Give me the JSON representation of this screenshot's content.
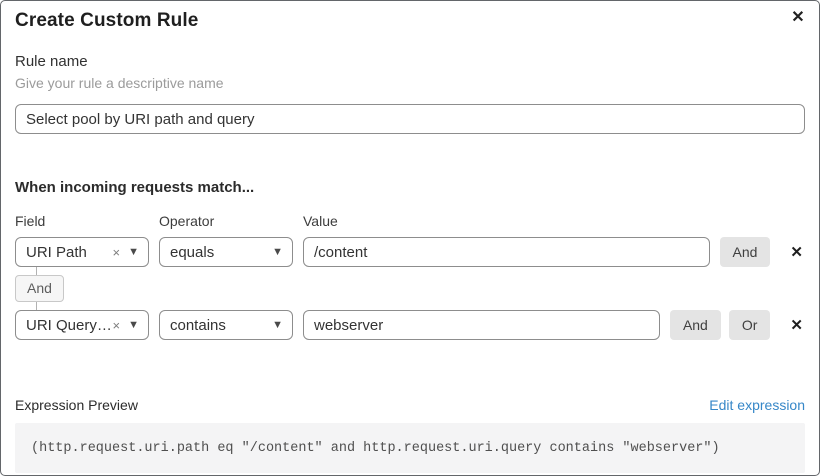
{
  "dialog": {
    "title": "Create Custom Rule"
  },
  "icons": {
    "close": "✕",
    "remove": "✕",
    "clear": "×",
    "chevron_down": "▼"
  },
  "rule_name": {
    "label": "Rule name",
    "help": "Give your rule a descriptive name",
    "value": "Select pool by URI path and query"
  },
  "matcher": {
    "heading": "When incoming requests match...",
    "columns": {
      "field": "Field",
      "operator": "Operator",
      "value": "Value"
    },
    "rows": [
      {
        "field": "URI Path",
        "operator": "equals",
        "value": "/content",
        "buttons": [
          "And"
        ]
      },
      {
        "field": "URI Query St...",
        "operator": "contains",
        "value": "webserver",
        "buttons": [
          "And",
          "Or"
        ]
      }
    ],
    "connector": "And"
  },
  "expression": {
    "label": "Expression Preview",
    "edit_link": "Edit expression",
    "code": "(http.request.uri.path eq \"/content\" and http.request.uri.query contains \"webserver\")"
  },
  "colors": {
    "link_blue": "#3687c8",
    "button_gray": "#e4e4e4",
    "code_bg": "#f4f4f5",
    "input_border": "#8d8d8d",
    "dialog_border": "#63666a"
  }
}
